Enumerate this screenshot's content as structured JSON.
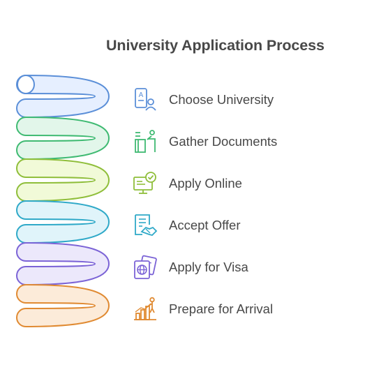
{
  "title": "University Application Process",
  "steps": [
    {
      "label": "Choose University",
      "icon": "university-choice-icon",
      "color": "#5b8fd8",
      "fill": "#e6efff"
    },
    {
      "label": "Gather Documents",
      "icon": "documents-icon",
      "color": "#3fba72",
      "fill": "#e2f6ea"
    },
    {
      "label": "Apply Online",
      "icon": "online-application-icon",
      "color": "#8fbe3a",
      "fill": "#f1fad8"
    },
    {
      "label": "Accept Offer",
      "icon": "handshake-offer-icon",
      "color": "#2fa9c8",
      "fill": "#e0f4fa"
    },
    {
      "label": "Apply for Visa",
      "icon": "passport-icon",
      "color": "#7b63d6",
      "fill": "#ece8fb"
    },
    {
      "label": "Prepare for Arrival",
      "icon": "arrival-chart-icon",
      "color": "#e08a32",
      "fill": "#fcebd9"
    }
  ]
}
